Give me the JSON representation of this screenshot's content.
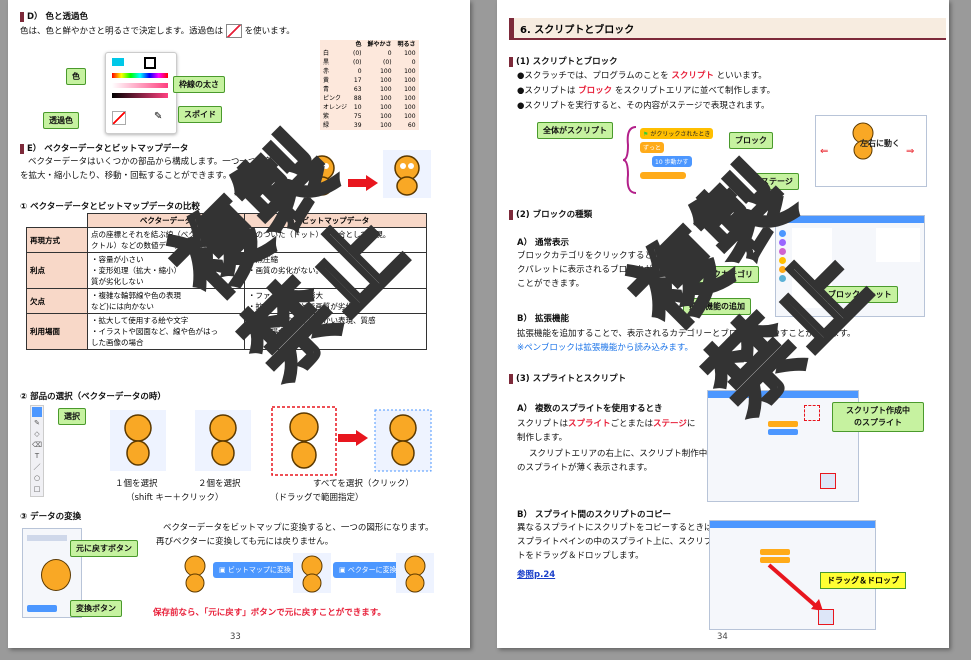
{
  "left_page": {
    "sectionD": {
      "title": "D） 色と透過色",
      "body": "色は、色と鮮やかさと明るさで決定します。透過色は",
      "body_end": "を使います。",
      "callouts": {
        "color": "色",
        "outline": "枠線の太さ",
        "transparent": "透過色",
        "eyedropper": "スポイド"
      },
      "color_table": {
        "headers": [
          "",
          "色",
          "鮮やかさ",
          "明るさ"
        ],
        "rows": [
          [
            "白",
            "(0)",
            "0",
            "100"
          ],
          [
            "黒",
            "(0)",
            "(0)",
            "0"
          ],
          [
            "赤",
            "0",
            "100",
            "100"
          ],
          [
            "黄",
            "17",
            "100",
            "100"
          ],
          [
            "青",
            "63",
            "100",
            "100"
          ],
          [
            "ピンク",
            "88",
            "100",
            "100"
          ],
          [
            "オレンジ",
            "10",
            "100",
            "100"
          ],
          [
            "紫",
            "75",
            "100",
            "100"
          ],
          [
            "緑",
            "39",
            "100",
            "60"
          ]
        ]
      }
    },
    "sectionE": {
      "title": "E） ベクターデータとビットマップデータ",
      "body1": "ベクターデータはいくつかの部品から構成します。一つ一つの部",
      "body2": "を拡大・縮小したり、移動・回転することができます。"
    },
    "comparison": {
      "title": "① ベクターデータとビットマップデータの比較",
      "col_vector": "ベクターデータ",
      "col_bitmap": "ビットマップデータ",
      "rows": [
        {
          "key": "再現方式",
          "vector": "点の座標とそれを結ぶ線（ベクター）、ペ",
          "vector2": "クトル）などの数値データで表現。",
          "bitmap": "色のついた（ドット）の集合として表現。",
          "bitmap2": ""
        },
        {
          "key": "利点",
          "vector": "・容量が小さい",
          "vector2": "・変形処理（拡大・縮小）",
          "vector3": "質が劣化しない",
          "bitmap": "・無圧縮",
          "bitmap2": "・画質の劣化がない。",
          "bitmap3": ""
        },
        {
          "key": "欠点",
          "vector": "・複雑な輪郭線や色の表現",
          "vector2": "など)には向かない",
          "bitmap": "・ファイル容量が膨大",
          "bitmap2": "・拡大・縮小などで画質が劣化",
          "bitmap3": ""
        },
        {
          "key": "利用場面",
          "vector": "・拡大して使用する絵や文字",
          "vector2": "・イラストや図面など、線や色がはっ",
          "vector3": "した画像の場合",
          "bitmap": "・微妙な色の変化や細かい表現、質感",
          "bitmap2": "を出す場合",
          "bitmap3": ""
        }
      ]
    },
    "parts": {
      "title": "② 部品の選択（ベクターデータの時）",
      "select_callout": "選択",
      "cap1": "１個を選択",
      "cap2": "２個を選択",
      "cap3": "すべてを選択（クリック）",
      "cap2b": "（shift キー＋クリック）",
      "cap3b": "（ドラッグで範囲指定）"
    },
    "convert": {
      "title": "③ データの変換",
      "body1": "ベクターデータをビットマップに変換すると、一つの図形になります。",
      "body2": "再びベクターに変換しても元には戻りません。",
      "revert_callout": "元に戻すボタン",
      "convert_callout": "変換ボタン",
      "btn_bitmap": "ビットマップに変換",
      "btn_vector": "ベクターに変換",
      "warning": "保存前なら、「元に戻す」ボタンで元に戻すことができます。"
    },
    "page_number": "33"
  },
  "right_page": {
    "chapter_title": "6. スクリプトとブロック",
    "s1": {
      "title": "(1) スクリプトとブロック",
      "b1a": "●スクラッチでは、プログラムのことを",
      "b1red": "スクリプト",
      "b1b": "といいます。",
      "b2a": "●スクリプトは",
      "b2red": "ブロック",
      "b2b": "をスクリプトエリアに並べて制作します。",
      "b3": "●スクリプトを実行すると、その内容がステージで表現されます。",
      "callout_all": "全体がスクリプト",
      "callout_block": "ブロック",
      "callout_stage": "ステージ",
      "move_label": "左右に動く",
      "block1": "がクリックされたとき",
      "block2": "ずっと",
      "block3": "10 歩動かす"
    },
    "s2": {
      "title": "(2) ブロックの種類",
      "a_title": "A） 通常表示",
      "a_body1": "ブロックカテゴリをクリックすると、ブロッ",
      "a_body2": "クパレットに表示されるブロックが変わ",
      "a_body3": "ことができます。",
      "callout_category": "ブロックカテゴリ",
      "callout_palette": "ブロックパレット",
      "callout_extension": "拡張機能の追加",
      "b_title": "B） 拡張機能",
      "b_body": "拡張機能を追加することで、表示されるカテゴリーとブロックが増やすことができます。",
      "b_note": "※ペンブロックは拡張機能から読み込みます。"
    },
    "s3": {
      "title": "(3) スプライトとスクリプト",
      "a_title": "A） 複数のスプライトを使用するとき",
      "a_body1a": "スクリプトは",
      "a_body1red": "スプライト",
      "a_body1b": "ごとまたは",
      "a_body1red2": "ステージ",
      "a_body1c": "に",
      "a_body2": "制作します。",
      "a_body3": "スクリプトエリアの右上に、スクリプト制作中",
      "a_body4": "のスプライトが薄く表示されます。",
      "callout_sprite1": "スクリプト作成中",
      "callout_sprite2": "のスプライト",
      "b_title": "B） スプライト間のスクリプトのコピー",
      "b_body1": "異なるスプライトにスクリプトをコピーするときは、",
      "b_body2": "スプライトペインの中のスプライト上に、スクリプ",
      "b_body3": "トをドラッグ＆ドロップします。",
      "ref": "参照p.24",
      "callout_dnd": "ドラッグ＆ドロップ"
    },
    "page_number": "34"
  },
  "watermark": {
    "line1": "複製",
    "line2": "禁止"
  }
}
